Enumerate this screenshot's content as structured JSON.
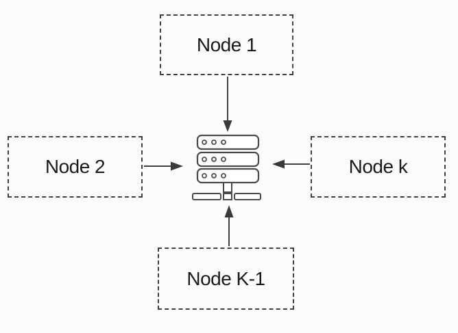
{
  "diagram": {
    "type": "hub-and-spoke",
    "nodes": [
      {
        "id": "node-1",
        "label": "Node 1",
        "position": "top"
      },
      {
        "id": "node-2",
        "label": "Node 2",
        "position": "left"
      },
      {
        "id": "node-k",
        "label": "Node k",
        "position": "right"
      },
      {
        "id": "node-k-1",
        "label": "Node K-1",
        "position": "bottom"
      }
    ],
    "center": {
      "icon": "server-icon",
      "description": "central server rack with three stacked units and base"
    },
    "edges": [
      {
        "from": "Node 1",
        "to": "server",
        "direction": "down"
      },
      {
        "from": "Node 2",
        "to": "server",
        "direction": "right"
      },
      {
        "from": "Node k",
        "to": "server",
        "direction": "left"
      },
      {
        "from": "Node K-1",
        "to": "server",
        "direction": "up"
      }
    ],
    "colors": {
      "background": "#fcfcfc",
      "node_border": "#3f3f3f",
      "node_text": "#1a1a1a",
      "arrow": "#3a3a3a",
      "server_outline": "#4a4a4a"
    }
  }
}
